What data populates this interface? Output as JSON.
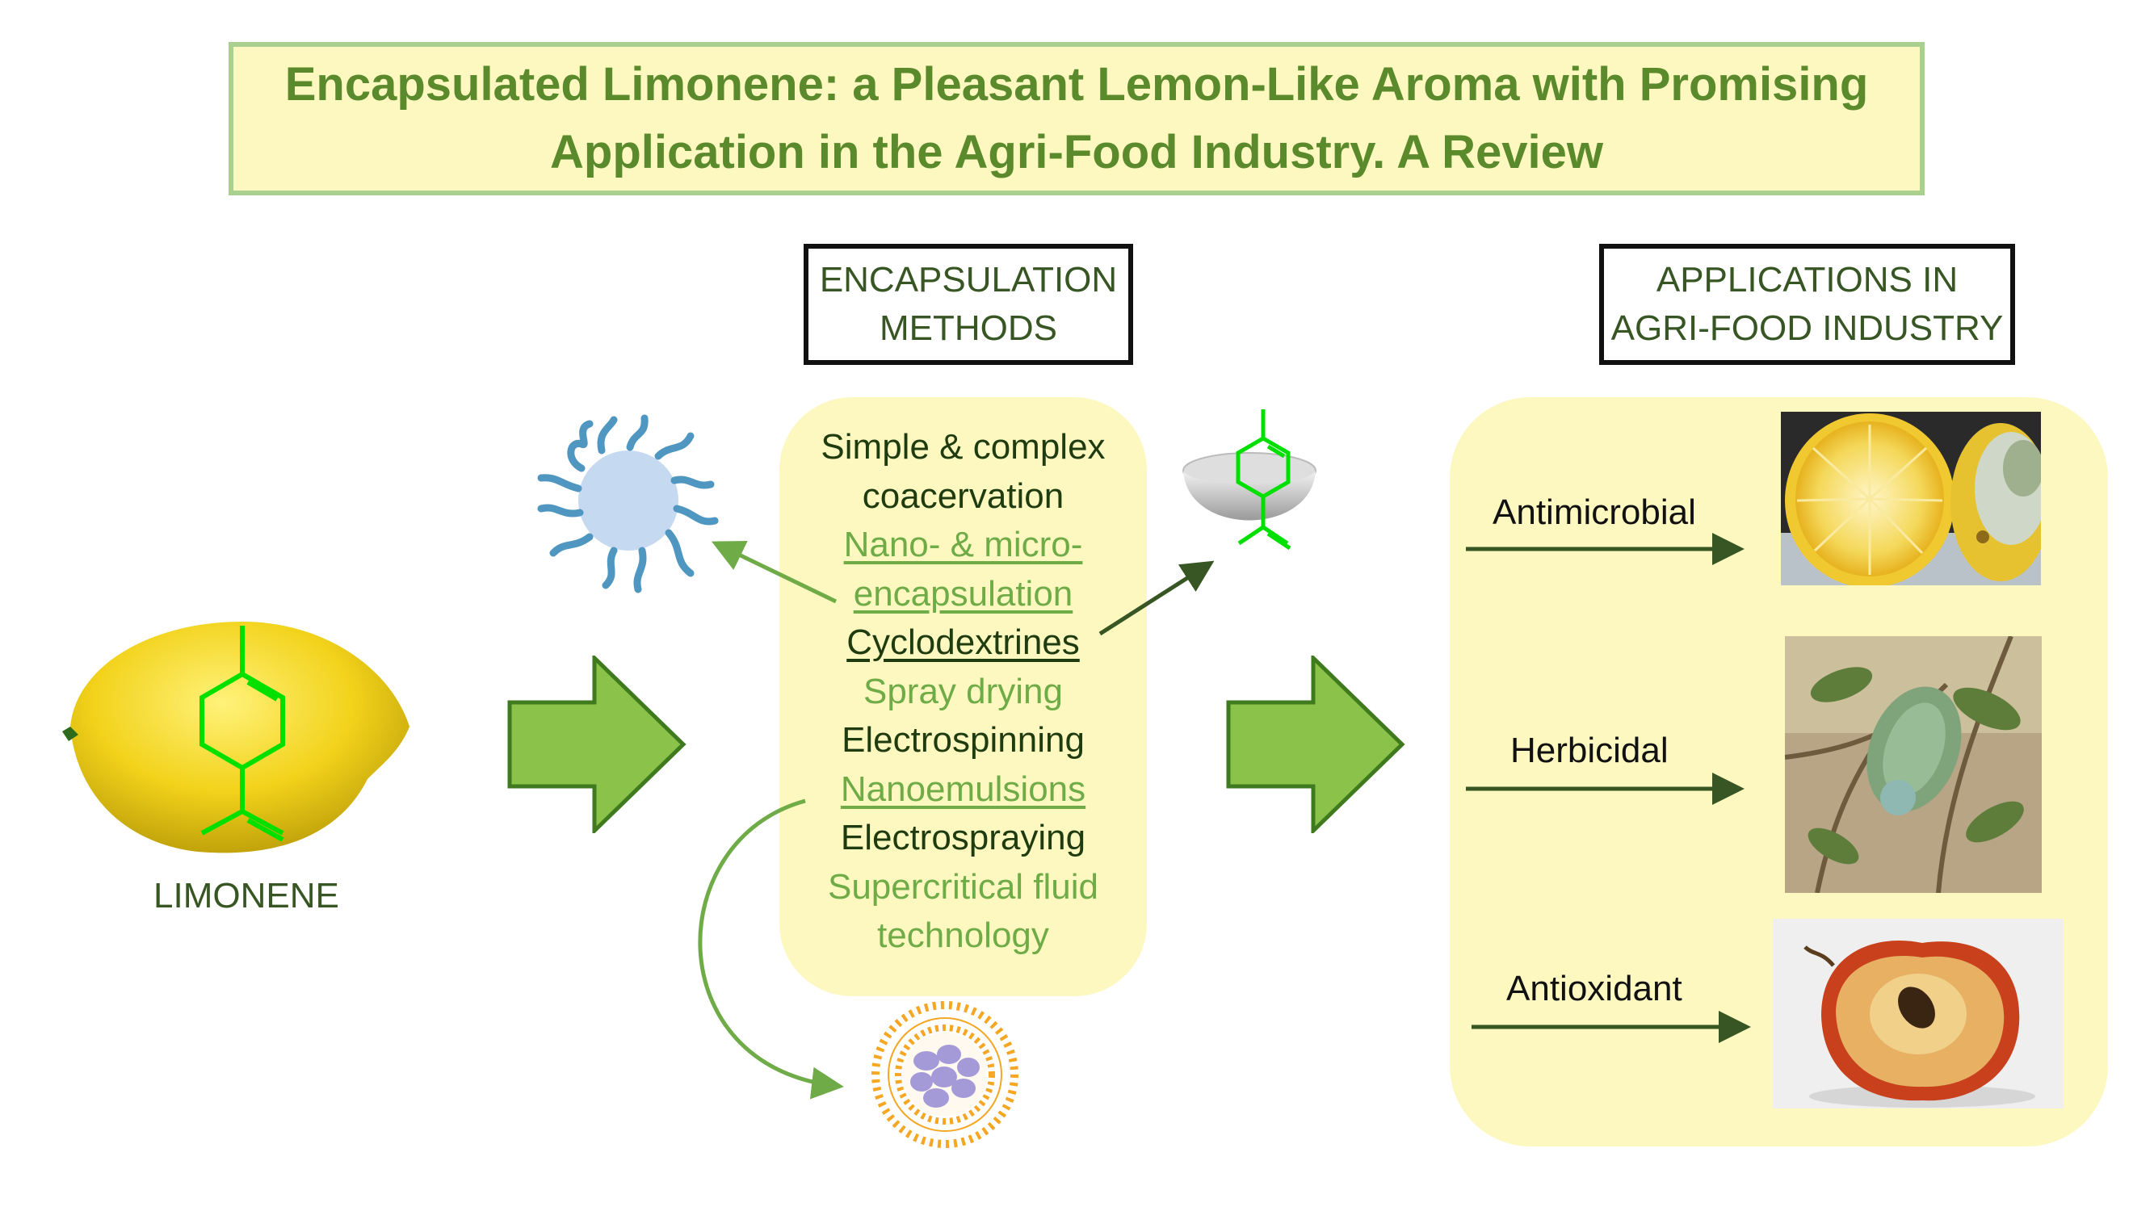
{
  "title": {
    "line1": "Encapsulated Limonene: a Pleasant Lemon-Like Aroma with Promising",
    "line2": "Application in the Agri-Food Industry. A Review"
  },
  "limonene_label": "LIMONENE",
  "encapsulation_header": {
    "line1": "ENCAPSULATION",
    "line2": "METHODS"
  },
  "applications_header": {
    "line1": "APPLICATIONS IN",
    "line2": "AGRI-FOOD INDUSTRY"
  },
  "methods": [
    {
      "text": "Simple & complex",
      "style": "dark",
      "underline": false
    },
    {
      "text": "coacervation",
      "style": "dark",
      "underline": false
    },
    {
      "text": "Nano- & micro-",
      "style": "light",
      "underline": true
    },
    {
      "text": "encapsulation",
      "style": "light",
      "underline": true
    },
    {
      "text": "Cyclodextrines",
      "style": "dark",
      "underline": true
    },
    {
      "text": "Spray drying",
      "style": "light",
      "underline": false
    },
    {
      "text": "Electrospinning",
      "style": "dark",
      "underline": false
    },
    {
      "text": "Nanoemulsions",
      "style": "light",
      "underline": true
    },
    {
      "text": "Electrospraying",
      "style": "dark",
      "underline": false
    },
    {
      "text": "Supercritical fluid",
      "style": "light",
      "underline": false
    },
    {
      "text": "technology",
      "style": "light",
      "underline": false
    }
  ],
  "applications": [
    {
      "label": "Antimicrobial"
    },
    {
      "label": "Herbicidal"
    },
    {
      "label": "Antioxidant"
    }
  ],
  "colors": {
    "title_text": "#5a8a2c",
    "panel_fill": "#fdf8c0",
    "big_arrow": "#8bc34a",
    "structure": "#00e000",
    "lemon": "#f2d21a"
  },
  "icons": [
    "lemon-with-limonene-structure",
    "polymer-microcapsule-icon",
    "cyclodextrin-cup-icon",
    "liposome-icon",
    "cut-lemon-photo",
    "weed-plant-photo",
    "dried-apple-photo"
  ]
}
